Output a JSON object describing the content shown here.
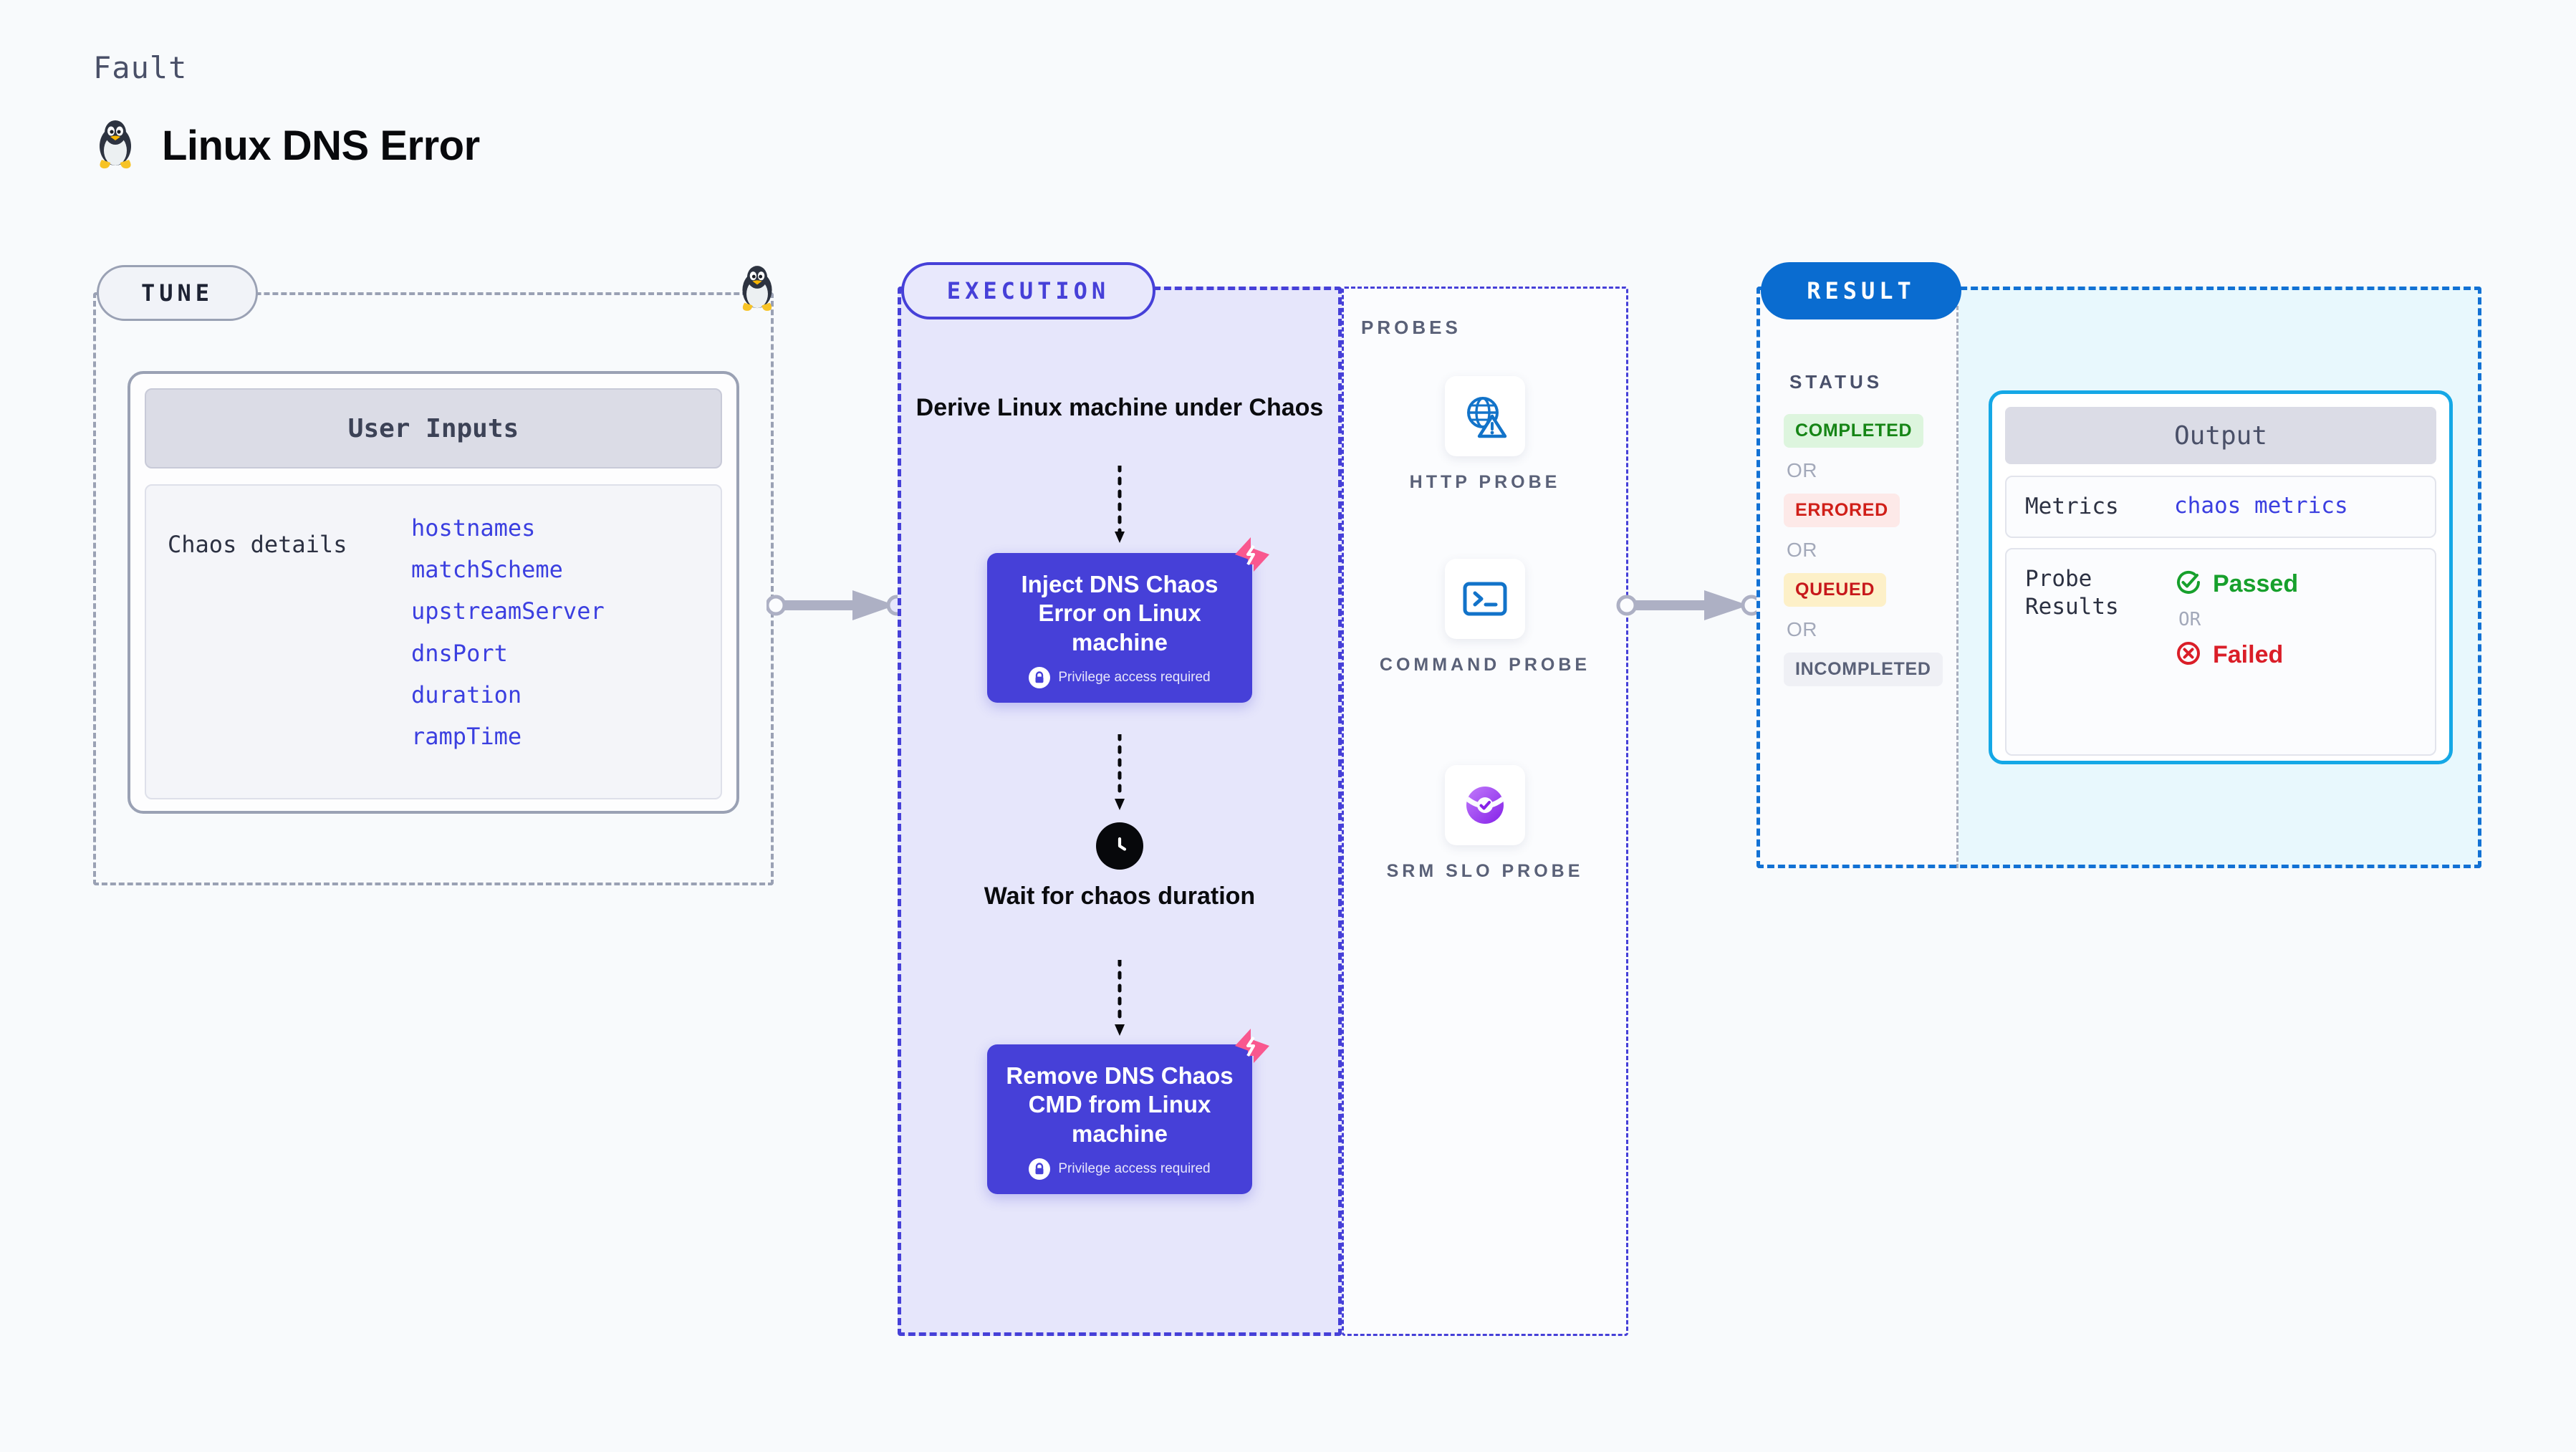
{
  "header": {
    "eyebrow": "Fault",
    "title": "Linux DNS Error",
    "icon": "linux-penguin-icon"
  },
  "tune": {
    "badge": "TUNE",
    "card_title": "User Inputs",
    "row_label": "Chaos details",
    "inputs": [
      "hostnames",
      "matchScheme",
      "upstreamServer",
      "dnsPort",
      "duration",
      "rampTime"
    ]
  },
  "execution": {
    "badge": "EXECUTION",
    "step1": "Derive Linux machine under Chaos",
    "node1": {
      "title": "Inject DNS Chaos Error on Linux machine",
      "note": "Privilege access required"
    },
    "wait": "Wait for chaos duration",
    "node2": {
      "title": "Remove DNS Chaos CMD from Linux machine",
      "note": "Privilege access required"
    }
  },
  "probes": {
    "title": "PROBES",
    "items": [
      {
        "label": "HTTP PROBE",
        "icon": "globe-warning-icon"
      },
      {
        "label": "COMMAND PROBE",
        "icon": "terminal-icon"
      },
      {
        "label": "SRM SLO PROBE",
        "icon": "slo-check-icon"
      }
    ]
  },
  "result": {
    "badge": "RESULT",
    "status_title": "STATUS",
    "or_label": "OR",
    "statuses": [
      {
        "label": "COMPLETED",
        "bg": "#DDF5DE",
        "fg": "#168516"
      },
      {
        "label": "ERRORED",
        "bg": "#FDE9E8",
        "fg": "#D01F18"
      },
      {
        "label": "QUEUED",
        "bg": "#FDF0C8",
        "fg": "#C7181B"
      },
      {
        "label": "INCOMPLETED",
        "bg": "#EFF0F5",
        "fg": "#5A6178"
      }
    ],
    "output": {
      "title": "Output",
      "metrics_key": "Metrics",
      "metrics_value": "chaos metrics",
      "probe_key": "Probe Results",
      "passed": "Passed",
      "failed": "Failed",
      "or_label": "OR"
    }
  },
  "colors": {
    "accent_purple": "#4640D8",
    "accent_blue": "#0A6CD0",
    "output_border": "#15A8E6",
    "pink_mark": "#F9588F",
    "page_bg": "#F8FAFC"
  }
}
